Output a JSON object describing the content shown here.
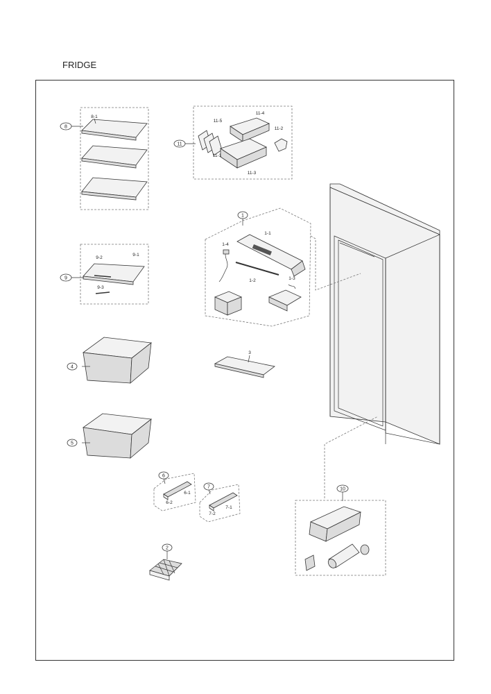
{
  "page": {
    "title": "FRIDGE"
  },
  "groups": {
    "g8": {
      "main": "8",
      "parts": [
        "8-1"
      ]
    },
    "g11": {
      "main": "11",
      "parts": [
        "11-5",
        "11-4",
        "11-2",
        "11-1",
        "11-3"
      ]
    },
    "g1": {
      "main": "1",
      "parts": [
        "1-1",
        "1-4",
        "1-2",
        "1-3"
      ]
    },
    "g9": {
      "main": "9",
      "parts": [
        "9-2",
        "9-1",
        "9-3"
      ]
    },
    "g4": {
      "main": "4"
    },
    "g3": {
      "main": "3"
    },
    "g5": {
      "main": "5"
    },
    "g6": {
      "main": "6",
      "parts": [
        "6-2",
        "6-1"
      ]
    },
    "g7": {
      "main": "7",
      "parts": [
        "7-2",
        "7-1"
      ]
    },
    "g10": {
      "main": "10"
    },
    "g2": {
      "main": "2"
    }
  }
}
